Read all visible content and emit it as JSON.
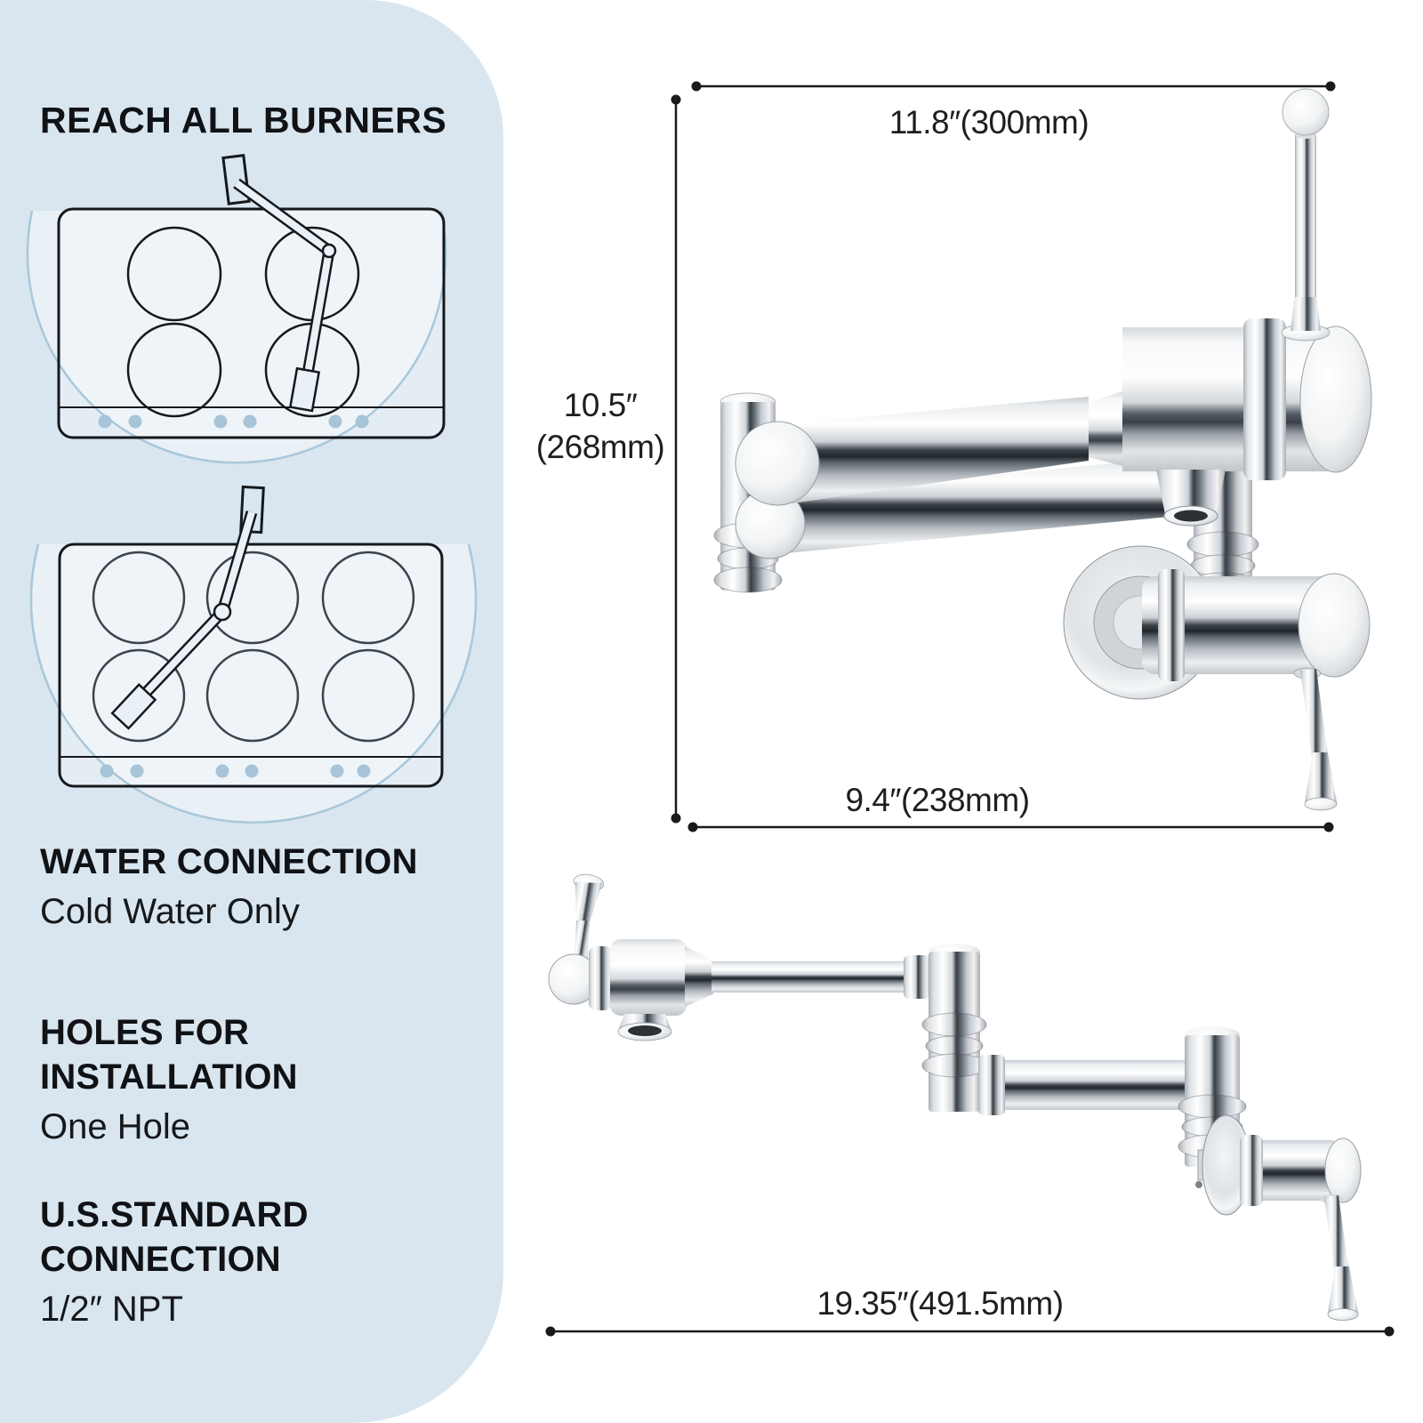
{
  "meta": {
    "type": "product-dimension-infographic",
    "product": "wall-mount pot filler folding faucet, polished chrome"
  },
  "panel": {
    "bg_color": "#d9e6ef",
    "title": "REACH ALL BURNERS",
    "diagrams": [
      {
        "name": "cooktop-4-burners",
        "burner_count": 4,
        "icon": "pot-filler-arm-over-cooktop"
      },
      {
        "name": "cooktop-6-burners",
        "burner_count": 6,
        "icon": "pot-filler-arm-over-cooktop"
      }
    ],
    "sections": [
      {
        "heading_lines": [
          "WATER CONNECTION"
        ],
        "body": "Cold Water Only"
      },
      {
        "heading_lines": [
          "HOLES FOR",
          "INSTALLATION"
        ],
        "body": "One Hole"
      },
      {
        "heading_lines": [
          "U.S.STANDARD",
          "CONNECTION"
        ],
        "body": "1/2″ NPT"
      }
    ]
  },
  "dimensions": {
    "spout_reach_top": "11.8″(300mm)",
    "overall_height_line1": "10.5″",
    "overall_height_line2": "(268mm)",
    "wall_clearance_bottom": "9.4″(238mm)",
    "extended_length": "19.35″(491.5mm)"
  },
  "colors": {
    "background": "#ffffff",
    "panel": "#d9e6ef",
    "line_art": "#15181c",
    "arc_stroke": "#a9c7da",
    "dot_fill": "#a7c4d8",
    "dimension_line": "#1a1a1a",
    "chrome_light": "#ffffff",
    "chrome_mid": "#c3c9cf",
    "chrome_dark": "#2e343a"
  }
}
